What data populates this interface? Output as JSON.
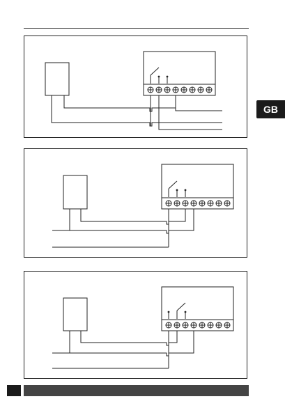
{
  "lang_tab": {
    "label": "GB"
  },
  "diagrams": [
    {
      "id": "wiring-1"
    },
    {
      "id": "wiring-2"
    },
    {
      "id": "wiring-3"
    }
  ],
  "colors": {
    "ink": "#222222",
    "tab_bg": "#1b1b1b",
    "footer_bar": "#444444"
  }
}
